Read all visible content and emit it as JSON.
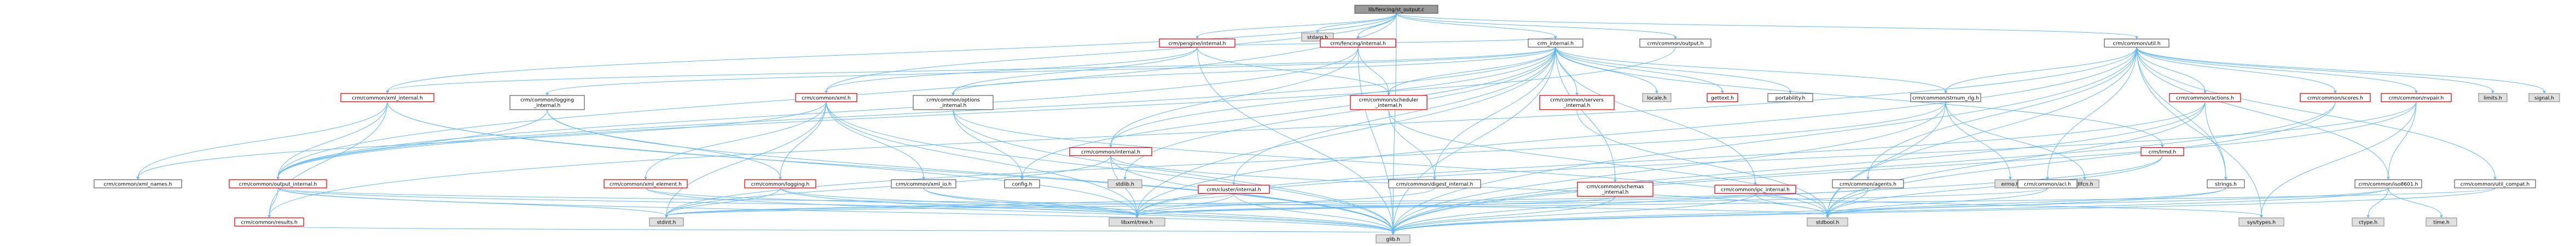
{
  "graph": {
    "colors": {
      "edge": "#63b8ff",
      "root_fill": "#999999",
      "root_stroke": "#666666",
      "linked_fill": "#ffffff",
      "linked_stroke": "#ff0000",
      "plain_fill": "#ffffff",
      "plain_stroke": "#666666",
      "system_fill": "#e0e0e0",
      "system_stroke": "#999999"
    },
    "root": "lib/fencing/st_output.c",
    "nodes": [
      {
        "id": "root",
        "label": "lib/fencing/st_output.c",
        "kind": "root"
      },
      {
        "id": "stdarg",
        "label": "stdarg.h",
        "kind": "system"
      },
      {
        "id": "pengine_internal",
        "label": "crm/pengine/internal.h",
        "kind": "linked"
      },
      {
        "id": "fencing_internal",
        "label": "crm/fencing/internal.h",
        "kind": "linked"
      },
      {
        "id": "crm_internal",
        "label": "crm_internal.h",
        "kind": "plain"
      },
      {
        "id": "common_output",
        "label": "crm/common/output.h",
        "kind": "plain"
      },
      {
        "id": "common_util",
        "label": "crm/common/util.h",
        "kind": "plain"
      },
      {
        "id": "xml_internal",
        "label": "crm/common/xml_internal.h",
        "kind": "linked"
      },
      {
        "id": "logging_internal",
        "label": "crm/common/logging_internal.h",
        "kind": "plain"
      },
      {
        "id": "common_xml",
        "label": "crm/common/xml.h",
        "kind": "linked"
      },
      {
        "id": "options_internal",
        "label": "crm/common/options_internal.h",
        "kind": "plain"
      },
      {
        "id": "scheduler_internal",
        "label": "crm/common/scheduler_internal.h",
        "kind": "linked"
      },
      {
        "id": "servers_internal",
        "label": "crm/common/servers_internal.h",
        "kind": "linked"
      },
      {
        "id": "locale",
        "label": "locale.h",
        "kind": "system"
      },
      {
        "id": "gettext",
        "label": "gettext.h",
        "kind": "linked"
      },
      {
        "id": "portability",
        "label": "portability.h",
        "kind": "plain"
      },
      {
        "id": "strnum",
        "label": "crm/common/strnum_rlg.h",
        "kind": "plain"
      },
      {
        "id": "common_actions",
        "label": "crm/common/actions.h",
        "kind": "linked"
      },
      {
        "id": "common_scores",
        "label": "crm/common/scores.h",
        "kind": "linked"
      },
      {
        "id": "common_nvpair",
        "label": "crm/common/nvpair.h",
        "kind": "linked"
      },
      {
        "id": "limits",
        "label": "limits.h",
        "kind": "system"
      },
      {
        "id": "signal",
        "label": "signal.h",
        "kind": "system"
      },
      {
        "id": "xml_names",
        "label": "crm/common/xml_names.h",
        "kind": "plain"
      },
      {
        "id": "output_internal",
        "label": "crm/common/output_internal.h",
        "kind": "linked"
      },
      {
        "id": "xml_element",
        "label": "crm/common/xml_element.h",
        "kind": "linked"
      },
      {
        "id": "common_logging",
        "label": "crm/common/logging.h",
        "kind": "linked"
      },
      {
        "id": "xml_io",
        "label": "crm/common/xml_io.h",
        "kind": "plain"
      },
      {
        "id": "config",
        "label": "config.h",
        "kind": "plain"
      },
      {
        "id": "common_internal",
        "label": "crm/common/internal.h",
        "kind": "linked"
      },
      {
        "id": "cluster_internal",
        "label": "crm/cluster/internal.h",
        "kind": "linked"
      },
      {
        "id": "digest_internal",
        "label": "crm/common/digest_internal.h",
        "kind": "plain"
      },
      {
        "id": "schemas_internal",
        "label": "crm/common/schemas_internal.h",
        "kind": "linked"
      },
      {
        "id": "ipc_internal",
        "label": "crm/common/ipc_internal.h",
        "kind": "linked"
      },
      {
        "id": "stdlib",
        "label": "stdlib.h",
        "kind": "system"
      },
      {
        "id": "agents",
        "label": "crm/common/agents.h",
        "kind": "plain"
      },
      {
        "id": "errno",
        "label": "errno.h",
        "kind": "system"
      },
      {
        "id": "dlfcn",
        "label": "dlfcn.h",
        "kind": "system"
      },
      {
        "id": "lrmd",
        "label": "crm/lrmd.h",
        "kind": "linked"
      },
      {
        "id": "strings",
        "label": "strings.h",
        "kind": "plain"
      },
      {
        "id": "common_acl",
        "label": "crm/common/acl.h",
        "kind": "plain"
      },
      {
        "id": "iso8601",
        "label": "crm/common/iso8601.h",
        "kind": "plain"
      },
      {
        "id": "util_compat",
        "label": "crm/common/util_compat.h",
        "kind": "plain"
      },
      {
        "id": "common_results",
        "label": "crm/common/results.h",
        "kind": "linked"
      },
      {
        "id": "stdint",
        "label": "stdint.h",
        "kind": "system"
      },
      {
        "id": "libxml_tree",
        "label": "libxml/tree.h",
        "kind": "system"
      },
      {
        "id": "stdbool",
        "label": "stdbool.h",
        "kind": "system"
      },
      {
        "id": "sys_types",
        "label": "sys/types.h",
        "kind": "system"
      },
      {
        "id": "ctype",
        "label": "ctype.h",
        "kind": "system"
      },
      {
        "id": "time",
        "label": "time.h",
        "kind": "system"
      },
      {
        "id": "glib",
        "label": "glib.h",
        "kind": "system"
      }
    ],
    "edges": [
      [
        "root",
        "stdarg"
      ],
      [
        "root",
        "pengine_internal"
      ],
      [
        "root",
        "fencing_internal"
      ],
      [
        "root",
        "crm_internal"
      ],
      [
        "root",
        "common_output"
      ],
      [
        "root",
        "common_util"
      ],
      [
        "root",
        "xml_internal"
      ],
      [
        "root",
        "output_internal"
      ],
      [
        "root",
        "common_xml"
      ],
      [
        "root",
        "glib"
      ],
      [
        "pengine_internal",
        "crm_internal"
      ],
      [
        "pengine_internal",
        "common_xml"
      ],
      [
        "pengine_internal",
        "options_internal"
      ],
      [
        "pengine_internal",
        "scheduler_internal"
      ],
      [
        "pengine_internal",
        "glib"
      ],
      [
        "fencing_internal",
        "scheduler_internal"
      ],
      [
        "fencing_internal",
        "output_internal"
      ],
      [
        "fencing_internal",
        "common_internal"
      ],
      [
        "fencing_internal",
        "glib"
      ],
      [
        "crm_internal",
        "config"
      ],
      [
        "crm_internal",
        "glib"
      ],
      [
        "crm_internal",
        "libxml_tree"
      ],
      [
        "crm_internal",
        "xml_internal"
      ],
      [
        "crm_internal",
        "logging_internal"
      ],
      [
        "crm_internal",
        "options_internal"
      ],
      [
        "crm_internal",
        "output_internal"
      ],
      [
        "crm_internal",
        "scheduler_internal"
      ],
      [
        "crm_internal",
        "servers_internal"
      ],
      [
        "crm_internal",
        "locale"
      ],
      [
        "crm_internal",
        "gettext"
      ],
      [
        "crm_internal",
        "portability"
      ],
      [
        "crm_internal",
        "common_internal"
      ],
      [
        "crm_internal",
        "cluster_internal"
      ],
      [
        "crm_internal",
        "digest_internal"
      ],
      [
        "crm_internal",
        "schemas_internal"
      ],
      [
        "crm_internal",
        "ipc_internal"
      ],
      [
        "crm_internal",
        "lrmd"
      ],
      [
        "crm_internal",
        "strnum"
      ],
      [
        "crm_internal",
        "stdlib"
      ],
      [
        "common_output",
        "output_internal"
      ],
      [
        "common_util",
        "strnum"
      ],
      [
        "common_util",
        "common_actions"
      ],
      [
        "common_util",
        "common_scores"
      ],
      [
        "common_util",
        "common_nvpair"
      ],
      [
        "common_util",
        "limits"
      ],
      [
        "common_util",
        "signal"
      ],
      [
        "common_util",
        "glib"
      ],
      [
        "common_util",
        "common_acl"
      ],
      [
        "common_util",
        "iso8601"
      ],
      [
        "common_util",
        "util_compat"
      ],
      [
        "common_util",
        "agents"
      ],
      [
        "common_util",
        "strings"
      ],
      [
        "common_util",
        "sys_types"
      ],
      [
        "common_util",
        "stdbool"
      ],
      [
        "common_util",
        "common_results"
      ],
      [
        "common_util",
        "libxml_tree"
      ],
      [
        "xml_internal",
        "xml_names"
      ],
      [
        "xml_internal",
        "output_internal"
      ],
      [
        "xml_internal",
        "common_results"
      ],
      [
        "xml_internal",
        "glib"
      ],
      [
        "xml_internal",
        "libxml_tree"
      ],
      [
        "logging_internal",
        "glib"
      ],
      [
        "logging_internal",
        "common_logging"
      ],
      [
        "logging_internal",
        "output_internal"
      ],
      [
        "common_xml",
        "xml_element"
      ],
      [
        "common_xml",
        "xml_io"
      ],
      [
        "common_xml",
        "xml_names"
      ],
      [
        "common_xml",
        "common_logging"
      ],
      [
        "common_xml",
        "glib"
      ],
      [
        "common_xml",
        "libxml_tree"
      ],
      [
        "common_xml",
        "stdint"
      ],
      [
        "options_internal",
        "config"
      ],
      [
        "options_internal",
        "stdbool"
      ],
      [
        "options_internal",
        "glib"
      ],
      [
        "scheduler_internal",
        "digest_internal"
      ],
      [
        "scheduler_internal",
        "stdbool"
      ],
      [
        "servers_internal",
        "stdbool"
      ],
      [
        "strnum",
        "stdbool"
      ],
      [
        "strnum",
        "stdint"
      ],
      [
        "strnum",
        "errno"
      ],
      [
        "strnum",
        "dlfcn"
      ],
      [
        "strnum",
        "glib"
      ],
      [
        "common_actions",
        "stdbool"
      ],
      [
        "common_actions",
        "strings"
      ],
      [
        "common_actions",
        "glib"
      ],
      [
        "common_actions",
        "libxml_tree"
      ],
      [
        "common_scores",
        "stdbool"
      ],
      [
        "common_scores",
        "glib"
      ],
      [
        "common_nvpair",
        "iso8601"
      ],
      [
        "common_nvpair",
        "glib"
      ],
      [
        "common_nvpair",
        "libxml_tree"
      ],
      [
        "common_nvpair",
        "sys_types"
      ],
      [
        "output_internal",
        "stdint"
      ],
      [
        "output_internal",
        "stdbool"
      ],
      [
        "output_internal",
        "glib"
      ],
      [
        "output_internal",
        "common_results"
      ],
      [
        "output_internal",
        "libxml_tree"
      ],
      [
        "xml_element",
        "glib"
      ],
      [
        "xml_element",
        "libxml_tree"
      ],
      [
        "common_logging",
        "stdint"
      ],
      [
        "common_logging",
        "glib"
      ],
      [
        "common_logging",
        "libxml_tree"
      ],
      [
        "xml_io",
        "glib"
      ],
      [
        "xml_io",
        "libxml_tree"
      ],
      [
        "common_internal",
        "stdint"
      ],
      [
        "common_internal",
        "stdbool"
      ],
      [
        "common_internal",
        "glib"
      ],
      [
        "common_internal",
        "libxml_tree"
      ],
      [
        "cluster_internal",
        "stdint"
      ],
      [
        "cluster_internal",
        "glib"
      ],
      [
        "cluster_internal",
        "libxml_tree"
      ],
      [
        "digest_internal",
        "libxml_tree"
      ],
      [
        "schemas_internal",
        "glib"
      ],
      [
        "schemas_internal",
        "libxml_tree"
      ],
      [
        "ipc_internal",
        "stdint"
      ],
      [
        "ipc_internal",
        "stdbool"
      ],
      [
        "ipc_internal",
        "glib"
      ],
      [
        "ipc_internal",
        "sys_types"
      ],
      [
        "agents",
        "stdint"
      ],
      [
        "agents",
        "stdbool"
      ],
      [
        "lrmd",
        "stdbool"
      ],
      [
        "lrmd",
        "glib"
      ],
      [
        "strings",
        "stdbool"
      ],
      [
        "strings",
        "glib"
      ],
      [
        "common_acl",
        "stdbool"
      ],
      [
        "common_acl",
        "libxml_tree"
      ],
      [
        "iso8601",
        "ctype"
      ],
      [
        "iso8601",
        "time"
      ],
      [
        "iso8601",
        "stdbool"
      ],
      [
        "iso8601",
        "glib"
      ],
      [
        "util_compat",
        "glib"
      ],
      [
        "util_compat",
        "libxml_tree"
      ],
      [
        "common_results",
        "glib"
      ]
    ]
  }
}
